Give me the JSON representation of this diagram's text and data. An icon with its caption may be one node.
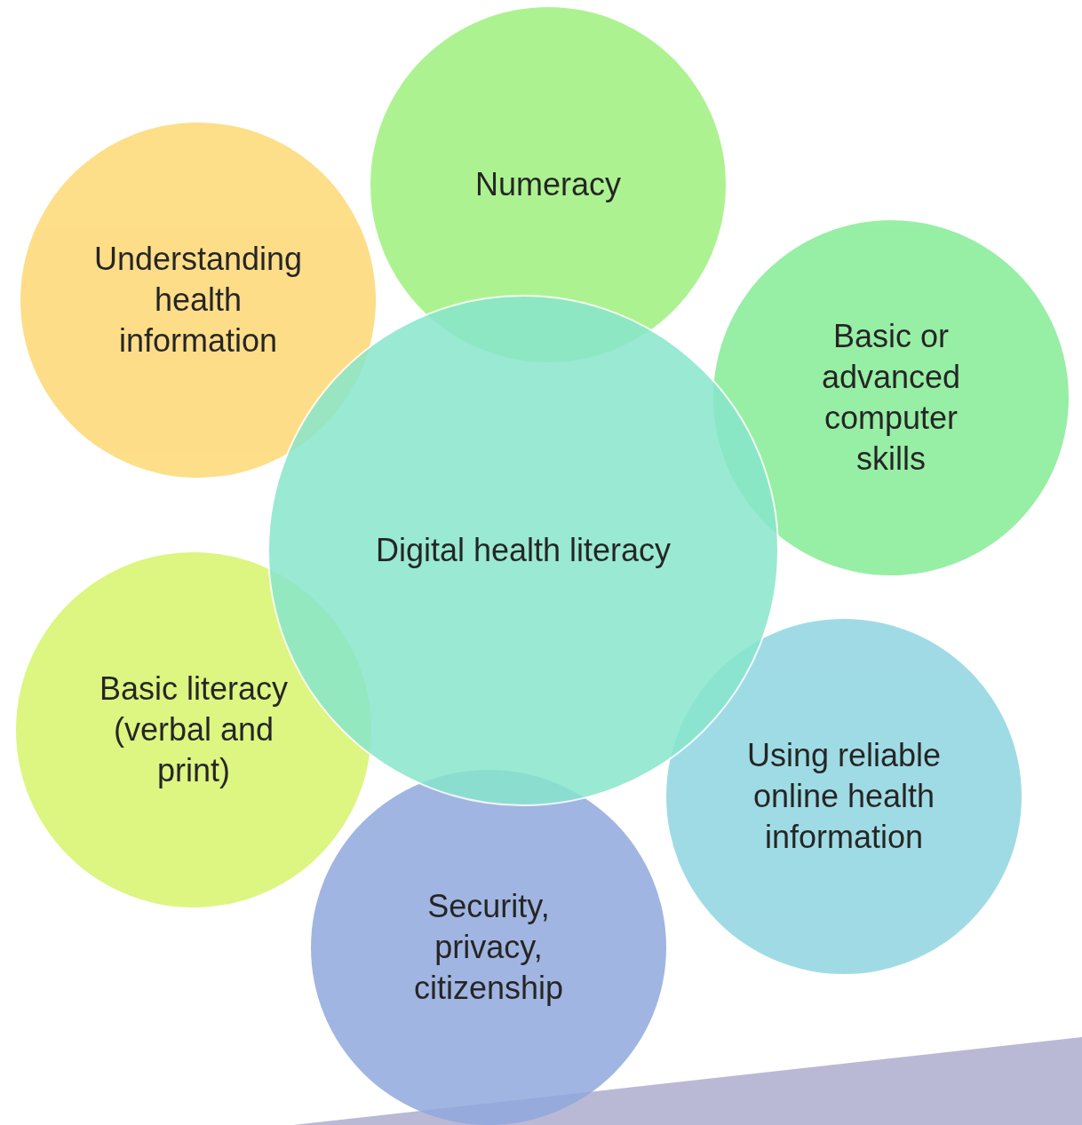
{
  "diagram": {
    "nodes": [
      {
        "text": [
          "Numeracy"
        ]
      },
      {
        "text": [
          "Understanding health information"
        ]
      },
      {
        "text": [
          "Basic or advanced computer skills"
        ]
      },
      {
        "text": [
          "Digital health literacy"
        ]
      },
      {
        "text": [
          "Basic literacy (verbal and print)"
        ]
      },
      {
        "text": [
          "Using reliable online health information"
        ]
      },
      {
        "text": [
          "Security, privacy, citizenship"
        ]
      }
    ]
  }
}
